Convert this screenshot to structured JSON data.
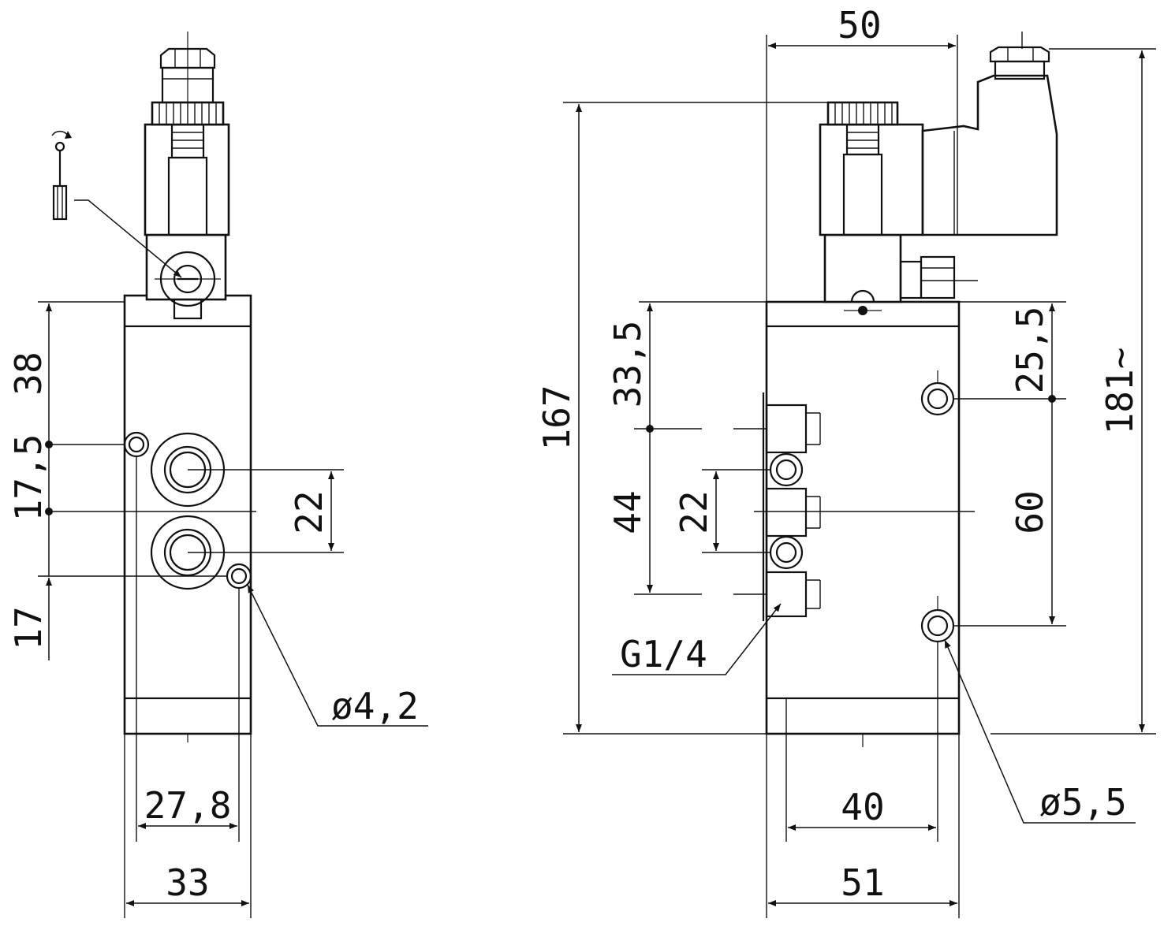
{
  "side_view": {
    "height_38": "38",
    "height_17_5": "17,5",
    "height_17": "17",
    "port_spacing_22": "22",
    "hole_diameter": "ø4,2",
    "hole_spacing_width": "27,8",
    "body_width": "33"
  },
  "front_view": {
    "width_top_50": "50",
    "overall_height_167": "167",
    "overall_height_181": "181~",
    "offset_33_5": "33,5",
    "offset_25_5": "25,5",
    "port_span_44": "44",
    "port_spacing_22": "22",
    "mount_spacing_60": "60",
    "port_thread": "G1/4",
    "mount_hole_diameter": "ø5,5",
    "hole_spacing_40": "40",
    "body_width_51": "51"
  }
}
